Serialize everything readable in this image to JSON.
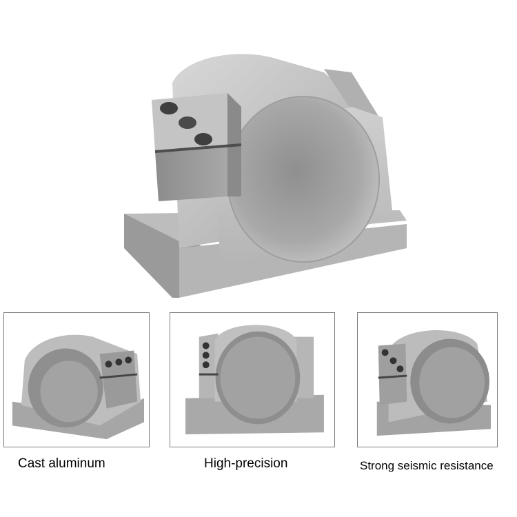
{
  "captions": [
    "Cast aluminum",
    "High-precision",
    "Strong seismic resistance"
  ],
  "colors": {
    "metal_light": "#c9c9c9",
    "metal_mid": "#a9a9a9",
    "metal_dark": "#7d7d7d",
    "metal_shadow": "#5e5e5e",
    "panel_border": "#7a7a7a"
  },
  "images": {
    "hero": "spindle-mount-bracket-large",
    "detail_1": "spindle-mount-bracket-left-view",
    "detail_2": "spindle-mount-bracket-front-view",
    "detail_3": "spindle-mount-bracket-right-view"
  }
}
